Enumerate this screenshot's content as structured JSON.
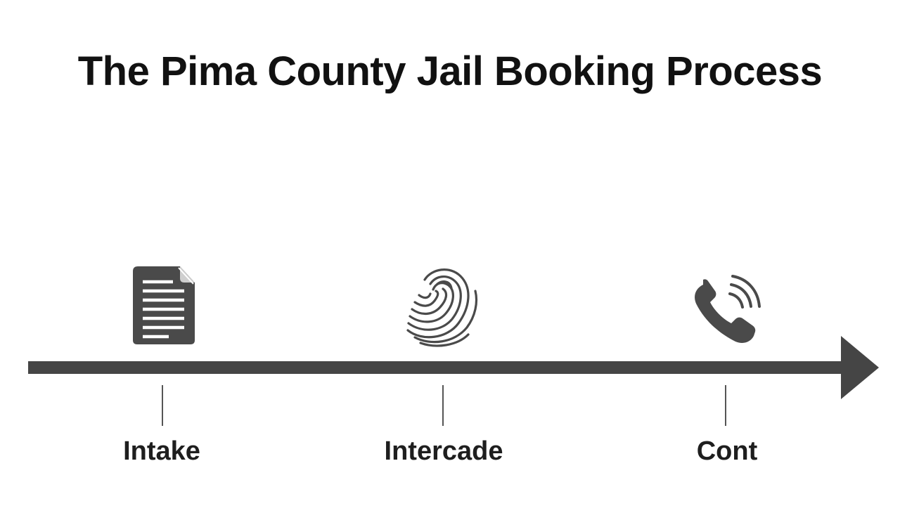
{
  "title": "The Pima County Jail Booking Process",
  "steps": [
    {
      "label": "Intake",
      "icon": "document-icon"
    },
    {
      "label": "Intercade",
      "icon": "fingerprint-icon"
    },
    {
      "label": "Cont",
      "icon": "phone-call-icon"
    }
  ],
  "colors": {
    "line": "#454545",
    "icon": "#4a4a4a",
    "text": "#111111"
  }
}
